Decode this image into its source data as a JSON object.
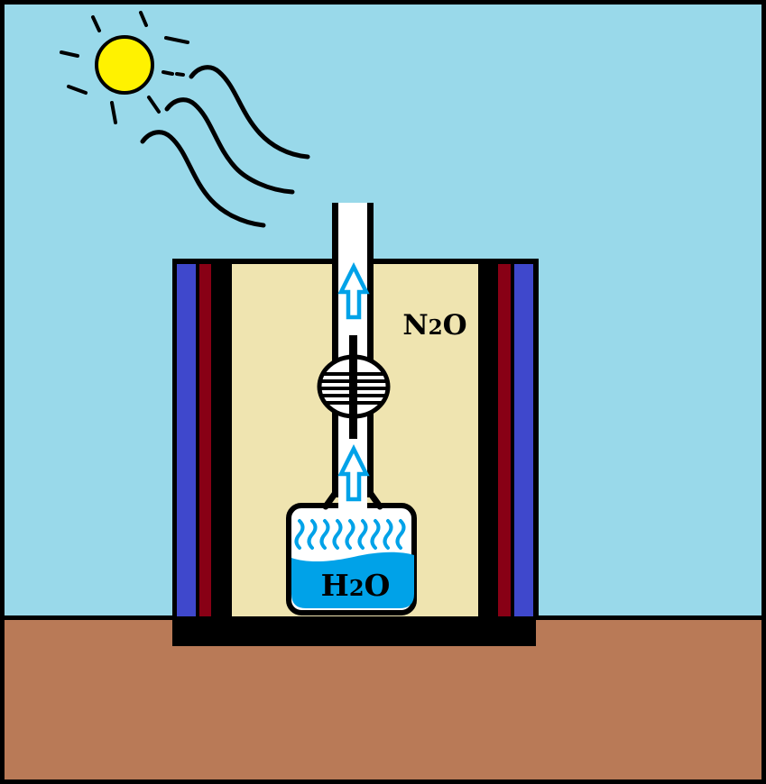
{
  "labels": {
    "gas": {
      "element": "N",
      "subscript": "2",
      "suffix": "O"
    },
    "liquid": {
      "element": "H",
      "subscript": "2",
      "suffix": "O"
    }
  },
  "colors": {
    "sky": "#99d9ea",
    "ground": "#b97a57",
    "sun_yellow": "#fff200",
    "interior_tan": "#efe4b0",
    "wall_blue": "#3f48cc",
    "wall_maroon": "#880015",
    "water_blue": "#00a2e8",
    "outline_black": "#000000",
    "tube_white": "#ffffff"
  }
}
